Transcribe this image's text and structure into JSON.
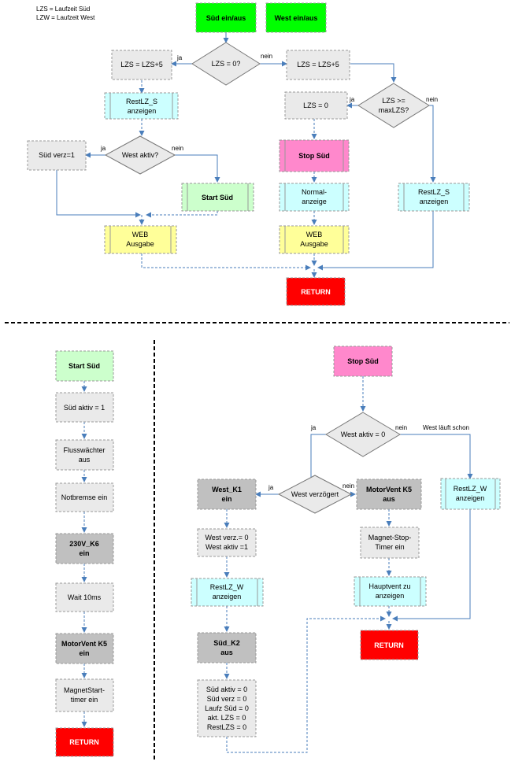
{
  "legend": {
    "lzs": "LZS = Laufzeit Süd",
    "lzw": "LZW = Laufzeit West"
  },
  "colors": {
    "green": "#00ff00",
    "green_light": "#ccffcc",
    "grey": "#eaeaea",
    "grey_dark": "#c0c0c0",
    "cyan": "#ccffff",
    "yellow": "#ffff99",
    "pink": "#ff88cc",
    "red": "#ff0000",
    "arrow": "#4a7ebb"
  },
  "top": {
    "start_sued": "Süd ein/aus",
    "start_west": "West ein/aus",
    "dec_lzs0": "LZS = 0?",
    "lzs_plus_left": "LZS = LZS+5",
    "lzs_plus_right": "LZS = LZS+5",
    "restlz_s_1": "RestLZ_S",
    "restlz_s_2": "anzeigen",
    "dec_max_1": "LZS >=",
    "dec_max_2": "maxLZS?",
    "lzs_zero": "LZS = 0",
    "sued_verz": "Süd verz=1",
    "dec_west": "West aktiv?",
    "stop_sued": "Stop Süd",
    "start_sued_box": "Start Süd",
    "normal_1": "Normal-",
    "normal_2": "anzeige",
    "restlz_s2_1": "RestLZ_S",
    "restlz_s2_2": "anzeigen",
    "web_1": "WEB",
    "web_2": "Ausgabe",
    "web2_1": "WEB",
    "web2_2": "Ausgabe",
    "return": "RETURN",
    "ja": "ja",
    "nein": "nein"
  },
  "left": {
    "start_sued": "Start Süd",
    "sued_aktiv": "Süd aktiv = 1",
    "fluss_1": "Flusswächter",
    "fluss_2": "aus",
    "notbremse": "Notbremse ein",
    "k6_1": "230V_K6",
    "k6_2": "ein",
    "wait": "Wait 10ms",
    "k5_1": "MotorVent K5",
    "k5_2": "ein",
    "magnet_1": "MagnetStart-",
    "magnet_2": "timer ein",
    "return": "RETURN"
  },
  "right": {
    "stop_sued": "Stop Süd",
    "dec_west": "West aktiv = 0",
    "ja": "ja",
    "nein": "nein",
    "west_laeuft": "West läuft schon",
    "west_k1_1": "West_K1",
    "west_k1_2": "ein",
    "dec_verz": "West verzögert",
    "motor_k5_1": "MotorVent K5",
    "motor_k5_2": "aus",
    "restlz_w_1": "RestLZ_W",
    "restlz_w_2": "anzeigen",
    "west_verz_1": "West verz.= 0",
    "west_verz_2": "West aktiv =1",
    "magnet_1": "Magnet-Stop-",
    "magnet_2": "Timer ein",
    "restlz_w2_1": "RestLZ_W",
    "restlz_w2_2": "anzeigen",
    "hauptvent_1": "Hauptvent zu",
    "hauptvent_2": "anzeigen",
    "sued_k2_1": "Süd_K2",
    "sued_k2_2": "aus",
    "return": "RETURN",
    "reset_1": "Süd aktiv = 0",
    "reset_2": "Süd verz = 0",
    "reset_3": "Laufz Süd = 0",
    "reset_4": "akt. LZS = 0",
    "reset_5": "RestLZS = 0"
  }
}
